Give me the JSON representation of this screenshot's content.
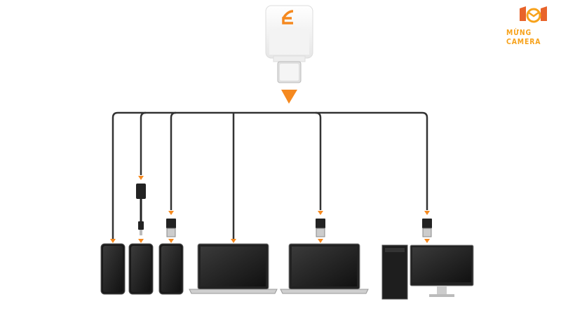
{
  "logo": {
    "text": "MỪNG CAMERA"
  },
  "colors": {
    "accent": "#f5891f",
    "line": "#333333",
    "logo": "#f7a21b"
  },
  "diagram": {
    "source": "usb-c-otg-adapter",
    "targets": [
      "phone",
      "phone-lightning",
      "phone-usb-a",
      "laptop",
      "laptop-usb-a",
      "desktop-usb-a"
    ]
  }
}
